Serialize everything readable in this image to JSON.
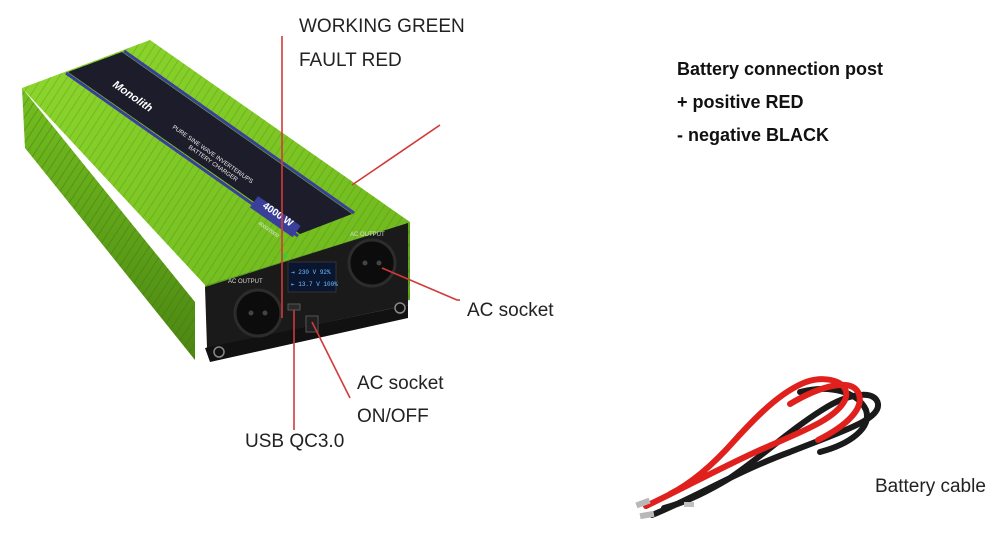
{
  "product": {
    "brand_logo_text": "Monolith",
    "model_line": "PURE SINE WAVE INVERTER/UPS",
    "subtitle": "BATTERY CHARGER",
    "power_badge": "4000 W",
    "model_number": "4000/2000",
    "panel_left_label": "AC OUTPUT",
    "panel_right_label": "AC OUTPUT",
    "display_line1": "⇥ 230 V  92%",
    "display_line2": "⇤ 13.7 V  100%"
  },
  "callouts": {
    "indicator_line1": "WORKING GREEN",
    "indicator_line2": "FAULT RED",
    "battery_post_title": "Battery connection post",
    "battery_post_positive": "+ positive RED",
    "battery_post_negative": "- negative BLACK",
    "ac_socket": "AC socket",
    "ac_switch_line1": "AC socket",
    "ac_switch_line2": "ON/OFF",
    "usb": "USB QC3.0",
    "battery_cable": "Battery cable"
  },
  "colors": {
    "leader_line": "#d23a3a",
    "housing_green": "#7cc622",
    "housing_dark_green": "#4f8a12",
    "top_panel": "#1c1c2a",
    "panel_stripe": "#3a3f9a",
    "front_panel": "#1a1a1a",
    "cable_red": "#e0201c",
    "cable_black": "#1a1a1a"
  }
}
